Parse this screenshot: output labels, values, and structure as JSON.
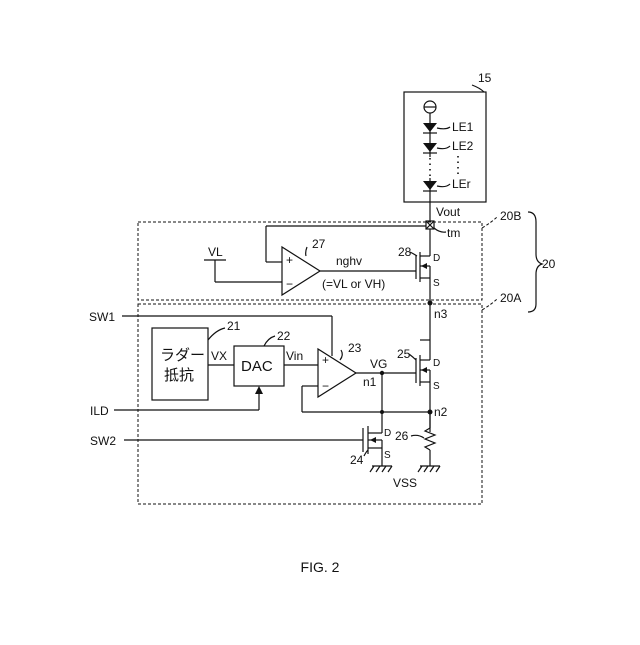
{
  "figure": {
    "caption": "FIG. 2"
  },
  "blocks": {
    "led_array": {
      "ref": "15",
      "leds": [
        "LE1",
        "LE2",
        "LEr"
      ]
    },
    "block_20": "20",
    "block_20B": "20B",
    "block_20A": "20A",
    "ladder": {
      "ref": "21",
      "line1": "ラダー",
      "line2": "抵抗"
    },
    "dac": {
      "ref": "22",
      "label": "DAC"
    },
    "opamp_23": "23",
    "opamp_27": "27",
    "fet_25": "25",
    "fet_28": "28",
    "fet_24": "24",
    "resistor_26": "26"
  },
  "signals": {
    "vout": "Vout",
    "tm": "tm",
    "vl": "VL",
    "nghv": "nghv",
    "nghv_note": "(=VL or VH)",
    "n3": "n3",
    "n1": "n1",
    "n2": "n2",
    "sw1": "SW1",
    "sw2": "SW2",
    "ild": "ILD",
    "vx": "VX",
    "vin": "Vin",
    "vg": "VG",
    "vss": "VSS",
    "d": "D",
    "s": "S",
    "plus": "+",
    "minus": "−",
    "ellipsis": "⋮"
  }
}
